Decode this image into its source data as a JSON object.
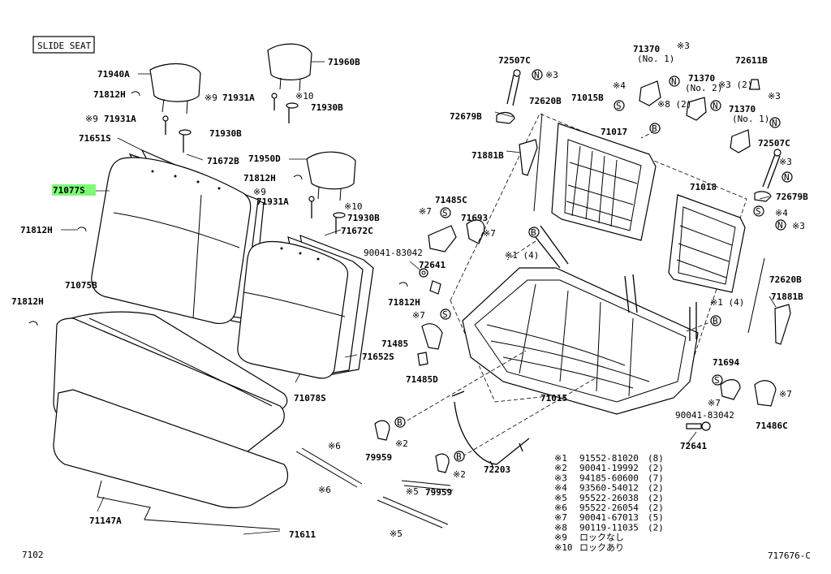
{
  "diagram": {
    "header_box": "SLIDE SEAT",
    "page_left_code": "7102",
    "page_right_code": "717676-C",
    "selected_part": "71077S",
    "part_labels": {
      "p71940A": "71940A",
      "p71812H_a": "71812H",
      "p71931A_a": "71931A",
      "p71930B_a": "71930B",
      "p71651S": "71651S",
      "p71077S": "71077S",
      "p71812H_b": "71812H",
      "p71075B": "71075B",
      "p71812H_c": "71812H",
      "p71147A": "71147A",
      "p71611": "71611",
      "p71960B": "71960B",
      "p71931A_b": "71931A",
      "p71930B_b": "71930B",
      "p71672B": "71672B",
      "p71950D": "71950D",
      "p71812H_d": "71812H",
      "p71931A_c": "71931A",
      "p71930B_c": "71930B",
      "p71672C": "71672C",
      "p90041_83042_a": "90041-83042",
      "p71812H_e": "71812H",
      "p71652S": "71652S",
      "p71078S": "71078S",
      "p71485C": "71485C",
      "p71693": "71693",
      "p72641_a": "72641",
      "p71485": "71485",
      "p71485D": "71485D",
      "p79959_a": "79959",
      "p79959_b": "79959",
      "p72203": "72203",
      "p72507C_a": "72507C",
      "p72620B_a": "72620B",
      "p72679B_a": "72679B",
      "p71881B_a": "71881B",
      "p71015B": "71015B",
      "p71017": "71017",
      "p71018": "71018",
      "p71015": "71015",
      "p71370_a": "71370",
      "p71370_b": "71370",
      "p71370_c": "71370",
      "p72611B": "72611B",
      "p72507C_b": "72507C",
      "p72679B_b": "72679B",
      "p72620B_b": "72620B",
      "p71881B_b": "71881B",
      "p71694": "71694",
      "p71486C": "71486C",
      "p90041_83042_b": "90041-83042",
      "p72641_b": "72641",
      "no1_a": "(No. 1)",
      "no2": "(No. 2)",
      "no1_b": "(No. 1)"
    },
    "ref_marks": {
      "k9_a": "※9",
      "k9_b": "※9",
      "k10_a": "※10",
      "k9_c": "※9",
      "k10_b": "※10",
      "k7_a": "※7",
      "k7_b": "※7",
      "k7_c": "※7",
      "k7_d": "※7",
      "k7_e": "※7",
      "k1_a": "※1 (4)",
      "k1_b": "※1 (4)",
      "k2_a": "※2",
      "k2_b": "※2",
      "k3_a": "※3",
      "k3_b": "※3",
      "k3_c": "※3 (2)",
      "k3_d": "※3",
      "k3_e": "※3",
      "k3_f": "※3",
      "k4_a": "※4",
      "k4_b": "※4",
      "k8": "※8 (2)",
      "k5_a": "※5",
      "k5_b": "※5",
      "k6_a": "※6",
      "k6_b": "※6",
      "c_s": "S",
      "c_n": "N",
      "c_b": "B"
    },
    "legend": [
      {
        "mark": "※1",
        "code": "91552-81020",
        "qty": "(8)"
      },
      {
        "mark": "※2",
        "code": "90041-19992",
        "qty": "(2)"
      },
      {
        "mark": "※3",
        "code": "94185-60600",
        "qty": "(7)"
      },
      {
        "mark": "※4",
        "code": "93560-54012",
        "qty": "(2)"
      },
      {
        "mark": "※5",
        "code": "95522-26038",
        "qty": "(2)"
      },
      {
        "mark": "※6",
        "code": "95522-26054",
        "qty": "(2)"
      },
      {
        "mark": "※7",
        "code": "90041-67013",
        "qty": "(5)"
      },
      {
        "mark": "※8",
        "code": "90119-11035",
        "qty": "(2)"
      },
      {
        "mark": "※9",
        "code": "ロックなし",
        "qty": ""
      },
      {
        "mark": "※10",
        "code": "ロックあり",
        "qty": ""
      }
    ]
  }
}
